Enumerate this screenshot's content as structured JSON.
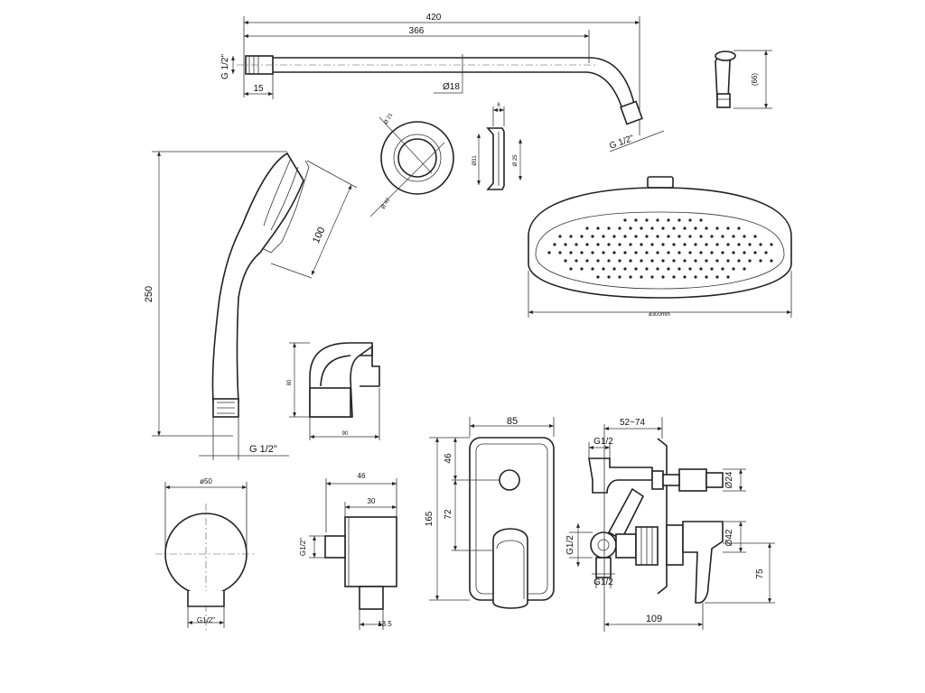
{
  "arm": {
    "total": "420",
    "inner": "366",
    "thread": "G 1/2\"",
    "thread_end": "15",
    "dia": "Ø18",
    "thread_tip": "G 1/2\""
  },
  "flange": {
    "height": "(66)"
  },
  "ring": {
    "inner": "Ø 21",
    "outer": "Ø 42"
  },
  "escutcheon": {
    "depth": "6",
    "outer": "Ø31",
    "inner": "Ø 25"
  },
  "hand_shower": {
    "height": "250",
    "head": "100",
    "thread": "G 1/2\""
  },
  "rain_head": {
    "dia": "ø300mm"
  },
  "holder": {
    "height": "80",
    "width": "90"
  },
  "outlet_front": {
    "dia": "ø50",
    "thread": "G1/2\""
  },
  "outlet_side": {
    "total": "46",
    "body": "30",
    "thread": "G1/2\"",
    "depth": "13.5"
  },
  "mixer_front": {
    "width": "85",
    "height": "165",
    "top": "46",
    "mid": "72"
  },
  "mixer_side": {
    "range": "52~74",
    "thread_top": "G1/2",
    "dia_top": "Ø24",
    "dia_bottom": "Ø42",
    "thread_left": "G1/2",
    "thread_bottom": "G1/2",
    "height": "75",
    "depth": "109"
  }
}
